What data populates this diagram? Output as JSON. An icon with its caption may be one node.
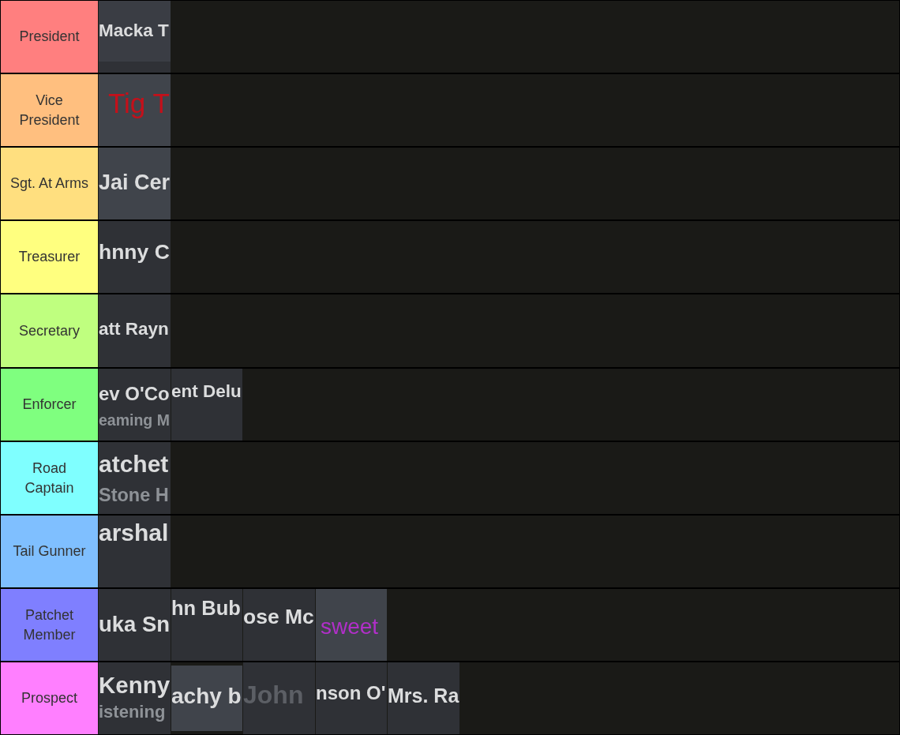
{
  "diagram": {
    "nodes": [
      {
        "text": [
          "President"
        ]
      },
      {
        "text": [
          "Macka T"
        ]
      },
      {
        "text": [
          "Vice President"
        ]
      },
      {
        "text": [
          "Tig T"
        ]
      },
      {
        "text": [
          "Sgt. At Arms"
        ]
      },
      {
        "text": [
          "Jai Cer"
        ]
      },
      {
        "text": [
          "Treasurer"
        ]
      },
      {
        "text": [
          "hnny C"
        ]
      },
      {
        "text": [
          "Secretary"
        ]
      },
      {
        "text": [
          "att Rayn"
        ]
      },
      {
        "text": [
          "Enforcer"
        ]
      },
      {
        "text": [
          "ev O'Co",
          "eaming M"
        ]
      },
      {
        "text": [
          "ent Delu"
        ]
      },
      {
        "text": [
          "Road Captain"
        ]
      },
      {
        "text": [
          "atchet",
          "Stone H"
        ]
      },
      {
        "text": [
          "Tail Gunner"
        ]
      },
      {
        "text": [
          "arshal"
        ]
      },
      {
        "text": [
          "Patchet Member"
        ]
      },
      {
        "text": [
          "uka Sn"
        ]
      },
      {
        "text": [
          "hn Bub"
        ]
      },
      {
        "text": [
          "ose Mc"
        ]
      },
      {
        "text": [
          "sweet"
        ]
      },
      {
        "text": [
          "Prospect"
        ]
      },
      {
        "text": [
          "Kenny",
          "istening"
        ]
      },
      {
        "text": [
          "achy b"
        ]
      },
      {
        "text": [
          "John"
        ]
      },
      {
        "text": [
          "nson O'"
        ]
      },
      {
        "text": [
          "Mrs. Ra"
        ]
      }
    ]
  }
}
